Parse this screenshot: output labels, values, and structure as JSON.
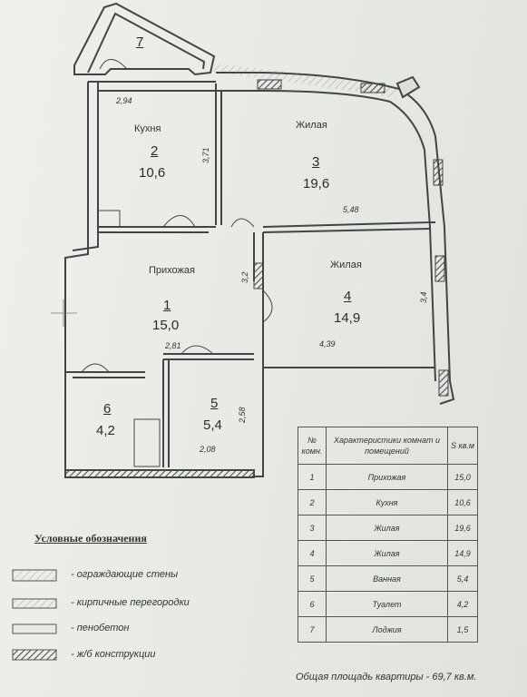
{
  "rooms": [
    {
      "number": "7",
      "name": "",
      "area": ""
    },
    {
      "number": "2",
      "name": "Кухня",
      "area": "10,6"
    },
    {
      "number": "3",
      "name": "Жилая",
      "area": "19,6"
    },
    {
      "number": "4",
      "name": "Жилая",
      "area": "14,9"
    },
    {
      "number": "1",
      "name": "Прихожая",
      "area": "15,0"
    },
    {
      "number": "6",
      "name": "",
      "area": "4,2"
    },
    {
      "number": "5",
      "name": "",
      "area": "5,4"
    }
  ],
  "dimensions": {
    "d294": "2,94",
    "d371": "3,71",
    "d548": "5,48",
    "d32": "3,2",
    "d34": "3,4",
    "d439": "4,39",
    "d281": "2,81",
    "d258": "2,58",
    "d208": "2,08"
  },
  "table": {
    "header_no": "№ комн.",
    "header_desc": "Характеристики комнат и помещений",
    "header_s": "S кв.м",
    "rows": [
      {
        "no": "1",
        "name": "Прихожая",
        "area": "15,0"
      },
      {
        "no": "2",
        "name": "Кухня",
        "area": "10,6"
      },
      {
        "no": "3",
        "name": "Жилая",
        "area": "19,6"
      },
      {
        "no": "4",
        "name": "Жилая",
        "area": "14,9"
      },
      {
        "no": "5",
        "name": "Ванная",
        "area": "5,4"
      },
      {
        "no": "6",
        "name": "Туалет",
        "area": "4,2"
      },
      {
        "no": "7",
        "name": "Лоджия",
        "area": "1,5"
      }
    ]
  },
  "legend": {
    "title": "Условные обозначения",
    "items": [
      {
        "text": "- ограждающие стены",
        "pattern": "outer-wall"
      },
      {
        "text": "- кирпичные перегородки",
        "pattern": "brick"
      },
      {
        "text": "- пенобетон",
        "pattern": "foam-concrete"
      },
      {
        "text": "- ж/б конструкции",
        "pattern": "reinforced-concrete"
      }
    ]
  },
  "total_area": "Общая площадь квартиры - 69,7 кв.м.",
  "colors": {
    "wall": "#444444",
    "hatch": "#5a5a5a",
    "paper": "#e9eae6"
  }
}
